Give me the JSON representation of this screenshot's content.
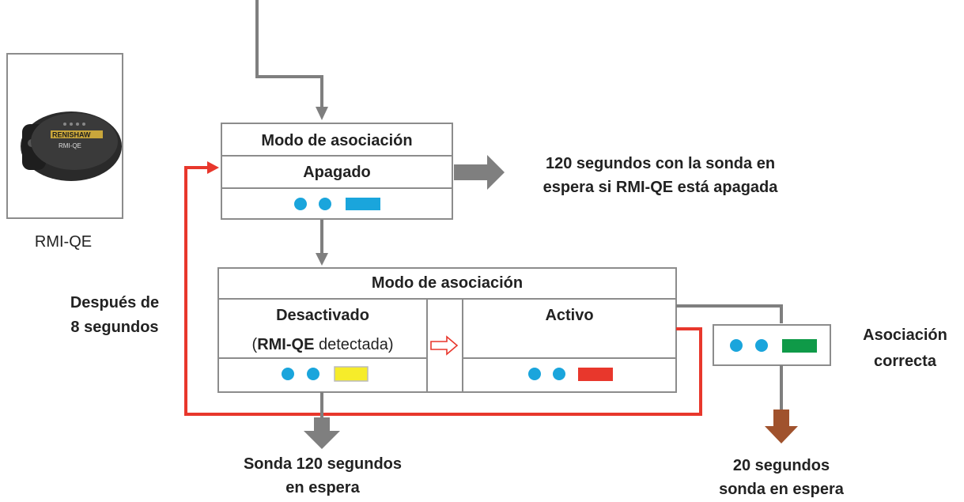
{
  "colors": {
    "flow_arrow": "#7f7f7f",
    "return_line": "#e8372c",
    "success_arrow": "#a0522d",
    "box_border": "#8c8c8c",
    "led_blue": "#1aa5dc",
    "led_yellow": "#f6ec2a",
    "led_red": "#e8372c",
    "led_green": "#0f9a48"
  },
  "device": {
    "label": "RMI-QE",
    "brand": "RENISHAW",
    "model": "RMI-QE"
  },
  "box1": {
    "title": "Modo de asociación",
    "state": "Apagado",
    "leds": [
      "blue-dot",
      "blue-dot",
      "blue-bar"
    ]
  },
  "off_note": {
    "line1": "120 segundos con la sonda en",
    "line2": "espera si RMI-QE está apagada"
  },
  "box2": {
    "title": "Modo de asociación",
    "left_state": "Desactivado",
    "left_detail_open": "(",
    "left_detail_bold": "RMI-QE",
    "left_detail_rest": " detectada)",
    "left_leds": [
      "blue-dot",
      "blue-dot",
      "yellow-bar"
    ],
    "right_state": "Activo",
    "right_leds": [
      "blue-dot",
      "blue-dot",
      "red-bar"
    ]
  },
  "timeout_note": {
    "line1": "Después de",
    "line2": "8 segundos"
  },
  "success_box": {
    "leds": [
      "blue-dot",
      "blue-dot",
      "green-bar"
    ]
  },
  "success_note": {
    "line1": "Asociación",
    "line2": "correcta"
  },
  "standby_note": {
    "line1": "Sonda 120 segundos",
    "line2": "en espera"
  },
  "success_standby_note": {
    "line1": "20 segundos",
    "line2": "sonda en espera"
  }
}
